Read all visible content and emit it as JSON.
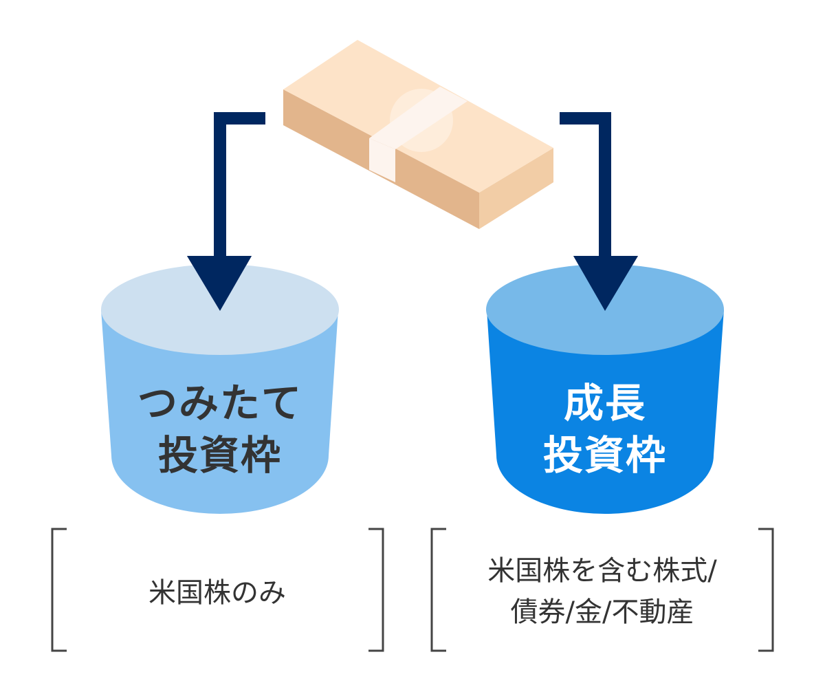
{
  "colors": {
    "arrow": "#002760",
    "bill_top": "#fde3c8",
    "bill_side_left": "#e2b58c",
    "bill_side_right": "#f2cda6",
    "band": "#fdf4ee",
    "left_cylinder_top": "#cde0f0",
    "left_cylinder_body": "#86c1f0",
    "right_cylinder_top": "#77b9e9",
    "right_cylinder_body": "#0b84e3",
    "text_dark": "#333333",
    "bracket": "#444444"
  },
  "icons": {
    "money": "banknote-bundle-icon",
    "arrows": "arrow-down-icon"
  },
  "left_bucket": {
    "title_lines": [
      "つみたて",
      "投資枠"
    ],
    "description_lines": [
      "米国株のみ"
    ]
  },
  "right_bucket": {
    "title_lines": [
      "成長",
      "投資枠"
    ],
    "description_lines": [
      "米国株を含む株式/",
      "債券/金/不動産"
    ]
  }
}
